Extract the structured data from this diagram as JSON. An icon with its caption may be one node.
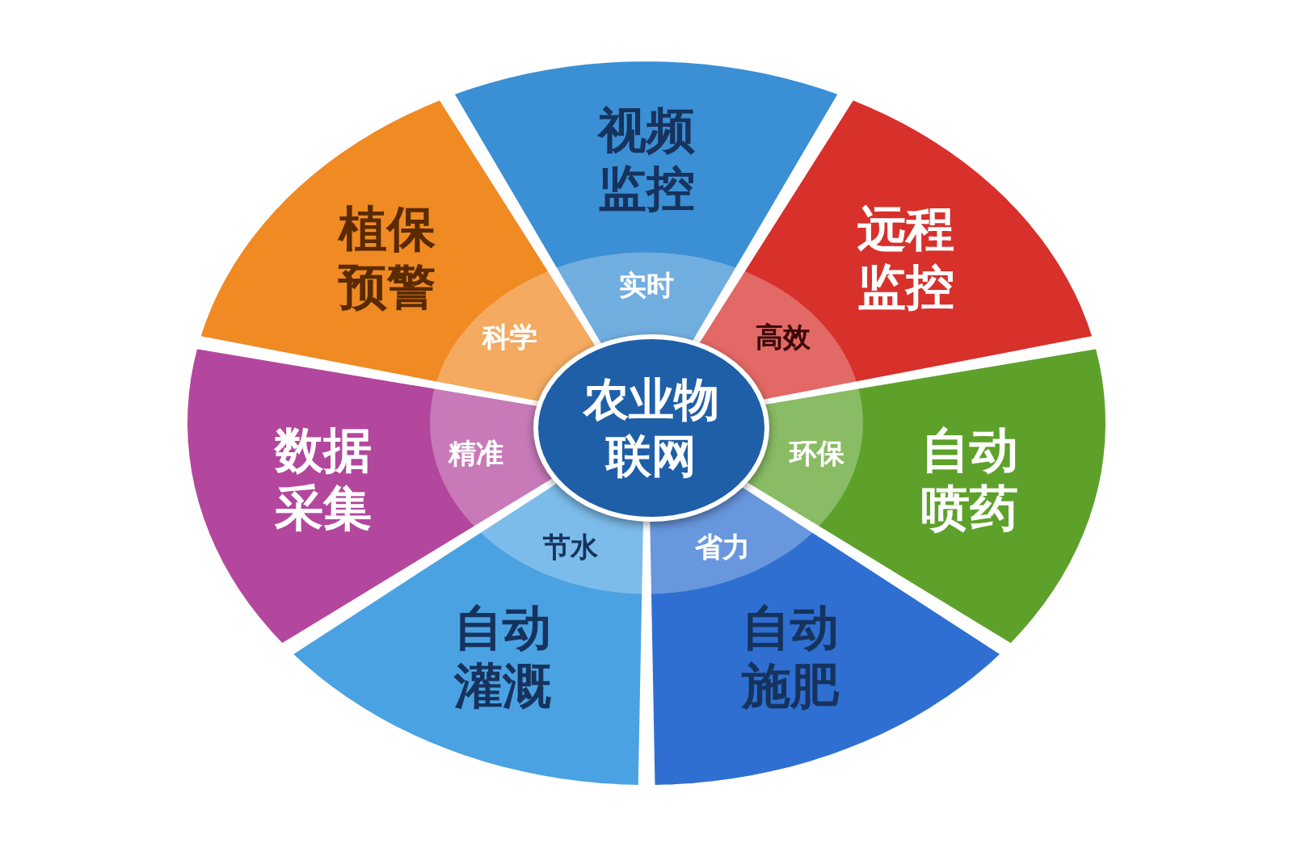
{
  "diagram": {
    "nodes": [
      {
        "text": [
          "农业物联网"
        ]
      },
      {
        "text": [
          "视频监控",
          "实时"
        ]
      },
      {
        "text": [
          "远程监控",
          "高效"
        ]
      },
      {
        "text": [
          "环保",
          "自动喷药"
        ]
      },
      {
        "text": [
          "省力",
          "自动施肥"
        ]
      },
      {
        "text": [
          "节水",
          "自动灌溉"
        ]
      },
      {
        "text": [
          "数据采集",
          "精准"
        ]
      },
      {
        "text": [
          "植保预警",
          "科学"
        ]
      }
    ]
  }
}
